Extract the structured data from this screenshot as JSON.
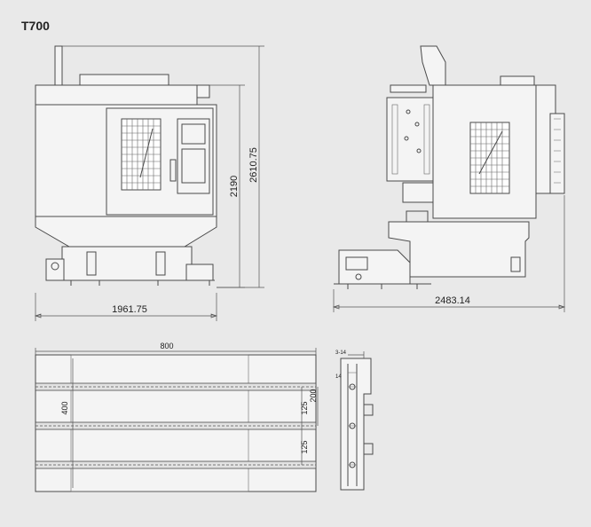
{
  "title": "T700",
  "front_view": {
    "width_label": "1961.75",
    "height_label_inner": "2190",
    "height_label_outer": "2610.75"
  },
  "side_view": {
    "width_label": "2483.14"
  },
  "table_view": {
    "length_label": "800",
    "width_label": "400",
    "slot_spacing_1": "125",
    "slot_spacing_2": "125",
    "slot_pitch": "200"
  },
  "slot_detail": {
    "slot_label": "3-14",
    "slot_width": "14"
  }
}
